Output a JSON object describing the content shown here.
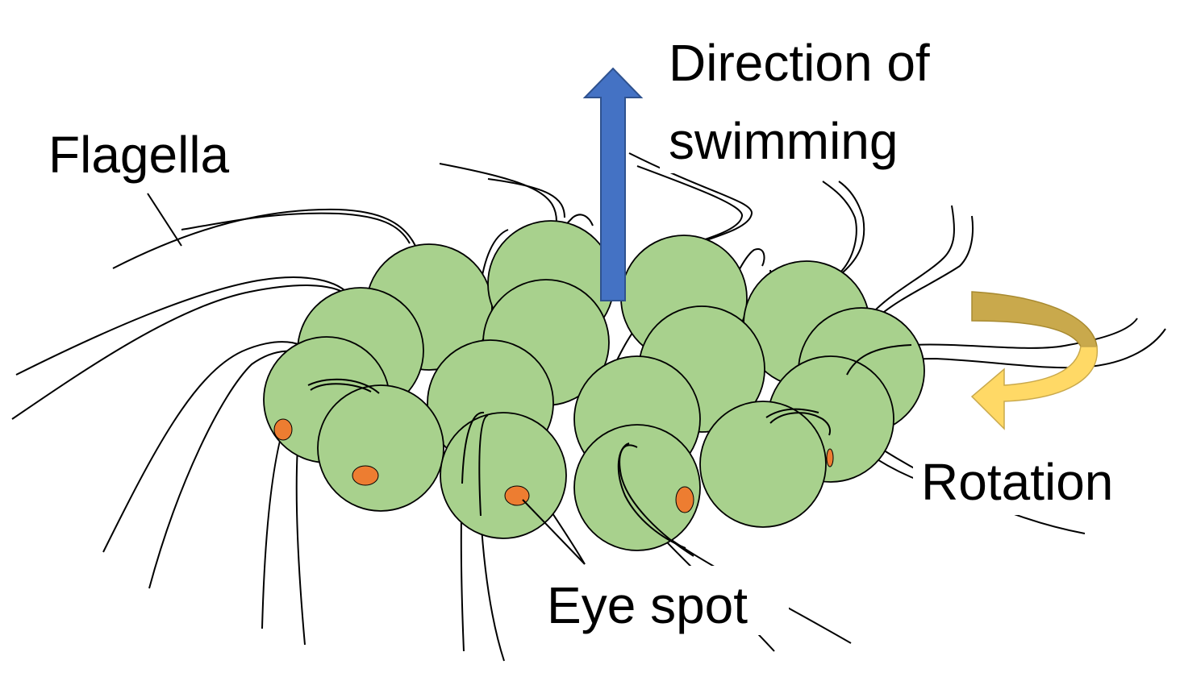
{
  "labels": {
    "flagella": "Flagella",
    "direction_line1": "Direction of",
    "direction_line2": "swimming",
    "rotation": "Rotation",
    "eye_spot": "Eye spot"
  },
  "colors": {
    "cell_fill": "#a8d18d",
    "cell_stroke": "#000000",
    "eye_spot": "#ed7d31",
    "direction_arrow": "#4472c4",
    "rotation_arrow_front": "#ffd966",
    "rotation_arrow_back": "#c9a94c",
    "flagellum": "#000000",
    "label_text": "#000000"
  },
  "icons": {
    "direction": "up-arrow-icon",
    "rotation": "curved-rotation-arrow-icon"
  }
}
